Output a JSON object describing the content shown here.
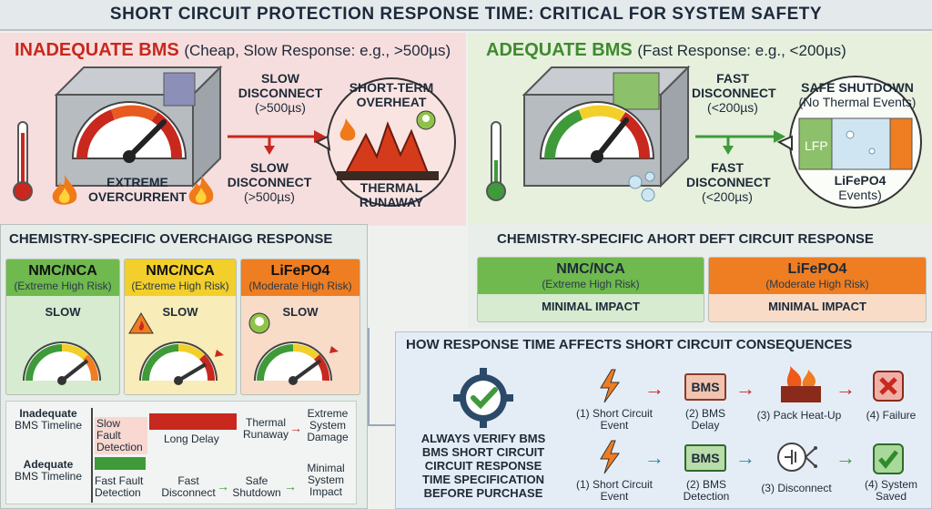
{
  "title": "SHORT CIRCUIT PROTECTION RESPONSE TIME: CRITICAL FOR SYSTEM SAFETY",
  "left_panel": {
    "heading": "INADEQUATE BMS",
    "heading_note": "(Cheap, Slow Response: e.g., >500µs)",
    "gauge_label_1": "EXTREME",
    "gauge_label_2": "OVERCURRENT",
    "arrow1_line1": "SLOW",
    "arrow1_line2": "DISCONNECT",
    "arrow1_line3": "(>500µs)",
    "arrow2_line1": "SLOW",
    "arrow2_line2": "DISCONNECT",
    "arrow2_line3": "(>500µs)",
    "bubble_top1": "SHORT-TERM",
    "bubble_top2": "OVERHEAT",
    "bubble_bot1": "THERMAL",
    "bubble_bot2": "RUNAWAY"
  },
  "right_panel": {
    "heading": "ADEQUATE BMS",
    "heading_note": "(Fast Response: e.g., <200µs)",
    "arrow1_line1": "FAST",
    "arrow1_line2": "DISCONNECT",
    "arrow1_line3": "(<200µs)",
    "arrow2_line1": "FAST",
    "arrow2_line2": "DISCONNECT",
    "arrow2_line3": "(<200µs)",
    "bubble_top1": "SAFE SHUTDOWN",
    "bubble_top2": "(No Thermal Events)",
    "cell_label": "LFP",
    "bubble_bot1": "LiFePO4",
    "bubble_bot2": "Events)"
  },
  "overcharge": {
    "heading": "CHEMISTRY-SPECIFIC OVERCHAIGG RESPONSE",
    "cards": [
      {
        "name": "NMC/NCA",
        "risk": "(Extreme High Risk)",
        "status": "SLOW"
      },
      {
        "name": "NMC/NCA",
        "risk": "(Extreme High Risk)",
        "status": "SLOW"
      },
      {
        "name": "LiFePO4",
        "risk": "(Moderate High Risk)",
        "status": "SLOW"
      }
    ]
  },
  "short_circuit": {
    "heading": "CHEMISTRY-SPECIFIC AHORT DEFT CIRCUIT RESPONSE",
    "cards": [
      {
        "name": "NMC/NCA",
        "risk": "(Extreme High Risk)",
        "impact": "MINIMAL IMPACT"
      },
      {
        "name": "LiFePO4",
        "risk": "(Moderate High Risk)",
        "impact": "MINIMAL IMPACT"
      }
    ]
  },
  "timeline": {
    "inadequate_label1": "Inadequate",
    "inadequate_label2": "BMS Timeline",
    "adequate_label1": "Adequate",
    "adequate_label2": "BMS Timeline",
    "slow1": "Slow Fault",
    "slow2": "Detection",
    "long_delay": "Long Delay",
    "thermal1": "Thermal",
    "thermal2": "Runaway",
    "extreme1": "Extreme",
    "extreme2": "System",
    "extreme3": "Damage",
    "fast1": "Fast Fault",
    "fast2": "Detection",
    "fastd1": "Fast",
    "fastd2": "Disconnect",
    "safe1": "Safe",
    "safe2": "Shutdown",
    "min1": "Minimal",
    "min2": "System",
    "min3": "Impact"
  },
  "consequences": {
    "heading": "HOW RESPONSE TIME AFFECTS SHORT CIRCUIT CONSEQUENCES",
    "verify": [
      "ALWAYS VERIFY BMS",
      "BMS SHORT CIRCUIT",
      "CIRCUIT RESPONSE",
      "TIME SPECIFICATION",
      "BEFORE PURCHASE"
    ],
    "bms_text": "BMS",
    "row1": [
      {
        "l1": "(1) Short Circuit",
        "l2": "Event"
      },
      {
        "l1": "(2) BMS",
        "l2": "Delay"
      },
      {
        "l1": "(3) Pack Heat-Up",
        "l2": ""
      },
      {
        "l1": "(4) Failure",
        "l2": ""
      }
    ],
    "row2": [
      {
        "l1": "(1) Short Circuit",
        "l2": "Event"
      },
      {
        "l1": "(2) BMS",
        "l2": "Detection"
      },
      {
        "l1": "(3) Disconnect",
        "l2": ""
      },
      {
        "l1": "(4) System",
        "l2": "Saved"
      }
    ]
  },
  "colors": {
    "red": "#c8281e",
    "green": "#3f9a3a",
    "orange": "#ef7d22",
    "yellow": "#f2cf2a"
  }
}
